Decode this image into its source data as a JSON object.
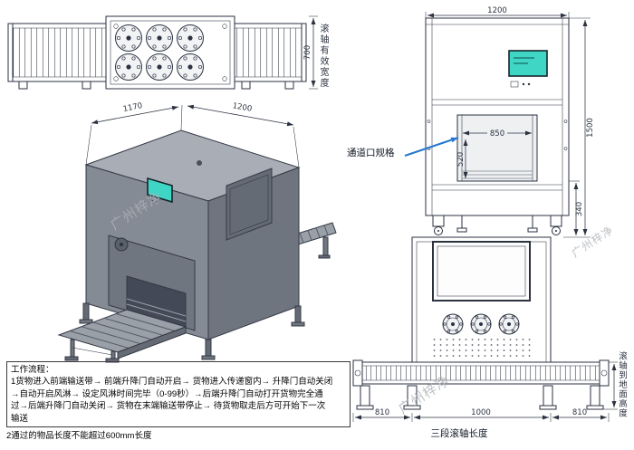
{
  "watermark": {
    "text": "广州梓净"
  },
  "colors": {
    "line": "#2b3240",
    "accent_arrow": "#2878d0",
    "screen_teal": "#3fd6c6",
    "machine_gray": "#858b95"
  },
  "top_view": {
    "dim_width": "700",
    "side_label": "滚轴有效宽度"
  },
  "iso_view": {
    "dim_depth": "1170",
    "dim_width": "1200"
  },
  "front_view": {
    "dim_top": "1200",
    "dim_height": "1500",
    "dim_base": "340",
    "dim_opening_width": "850",
    "dim_opening_height": "520"
  },
  "callout": {
    "label": "通道口规格"
  },
  "rear_view": {
    "dim_left": "810",
    "dim_center": "1000",
    "dim_right": "810",
    "caption": "三段滚轴长度",
    "side_label": "滚轴到地面高度"
  },
  "workflow": {
    "title": "工作流程：",
    "lines": [
      "1货物进入前端输送带→ 前端升降门自动开启→ 货物进入传递窗内→ 升降门自动关闭",
      "→自动开启风淋→ 设定风淋时间完毕（0-99秒）→后端升降门自动打开货物完全通",
      "过→后端升降门自动关闭→ 货物在末端输送带停止→ 待货物取走后方可开始下一次",
      "输送"
    ],
    "note": "2通过的物品长度不能超过600mm长度"
  }
}
